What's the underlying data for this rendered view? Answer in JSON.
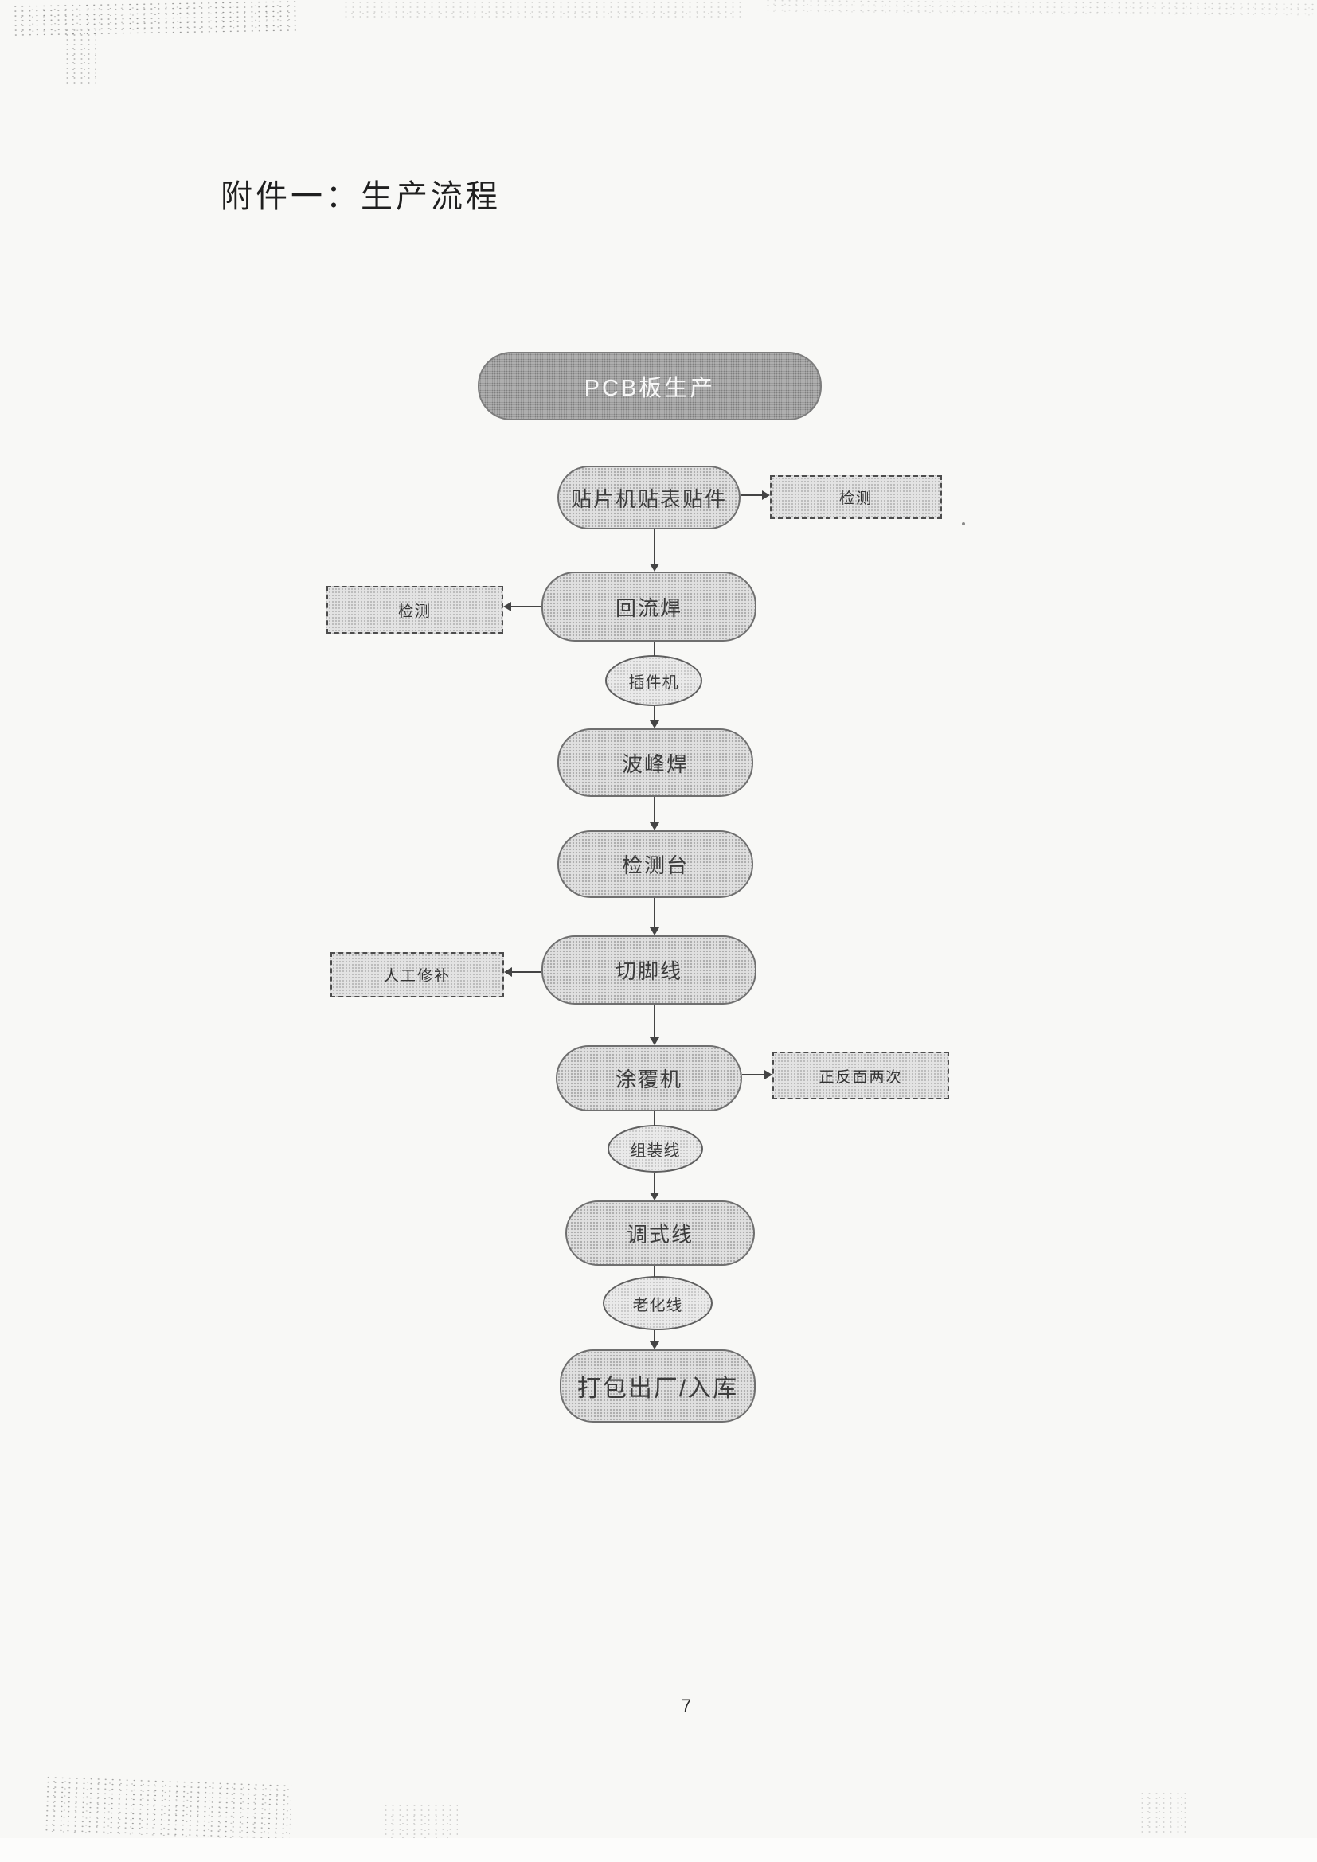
{
  "page": {
    "title": "附件一：生产流程",
    "page_number": "7"
  },
  "flowchart": {
    "header": {
      "label": "PCB板生产"
    },
    "nodes": {
      "smt_placement": {
        "label": "贴片机贴表贴件"
      },
      "reflow": {
        "label": "回流焊"
      },
      "insertion": {
        "label": "插件机"
      },
      "wave_soldering": {
        "label": "波峰焊"
      },
      "inspection_desk": {
        "label": "检测台"
      },
      "lead_cutting": {
        "label": "切脚线"
      },
      "coating": {
        "label": "涂覆机"
      },
      "assembly": {
        "label": "组装线"
      },
      "debugging": {
        "label": "调式线"
      },
      "aging": {
        "label": "老化线"
      },
      "packing": {
        "label": "打包出厂/入库"
      }
    },
    "side_boxes": {
      "inspection_top": {
        "label": "检测"
      },
      "inspection_left": {
        "label": "检测"
      },
      "manual_repair": {
        "label": "人工修补"
      },
      "double_sided": {
        "label": "正反面两次"
      }
    },
    "edges": [
      {
        "from": "smt_placement",
        "to": "inspection_top",
        "direction": "right",
        "arrowhead": true
      },
      {
        "from": "smt_placement",
        "to": "reflow",
        "direction": "down",
        "arrowhead": true
      },
      {
        "from": "reflow",
        "to": "inspection_left",
        "direction": "left",
        "arrowhead": true
      },
      {
        "from": "reflow",
        "to": "insertion",
        "direction": "down",
        "arrowhead": false
      },
      {
        "from": "insertion",
        "to": "wave_soldering",
        "direction": "down",
        "arrowhead": true
      },
      {
        "from": "wave_soldering",
        "to": "inspection_desk",
        "direction": "down",
        "arrowhead": true
      },
      {
        "from": "inspection_desk",
        "to": "lead_cutting",
        "direction": "down",
        "arrowhead": true
      },
      {
        "from": "lead_cutting",
        "to": "manual_repair",
        "direction": "left",
        "arrowhead": true
      },
      {
        "from": "lead_cutting",
        "to": "coating",
        "direction": "down",
        "arrowhead": true
      },
      {
        "from": "coating",
        "to": "double_sided",
        "direction": "right",
        "arrowhead": true
      },
      {
        "from": "coating",
        "to": "assembly",
        "direction": "down",
        "arrowhead": false
      },
      {
        "from": "assembly",
        "to": "debugging",
        "direction": "down",
        "arrowhead": true
      },
      {
        "from": "debugging",
        "to": "aging",
        "direction": "down",
        "arrowhead": false
      },
      {
        "from": "aging",
        "to": "packing",
        "direction": "down",
        "arrowhead": true
      }
    ]
  },
  "colors": {
    "paper": "#f8f8f6",
    "header_fill": "#b9b9b9",
    "header_text": "#f7f7f7",
    "node_fill": "#e0e0e0",
    "node_border": "#6f6f6f",
    "node_text": "#3c3c3c",
    "dashed_border": "#4d4d4d",
    "arrow": "#444444"
  }
}
